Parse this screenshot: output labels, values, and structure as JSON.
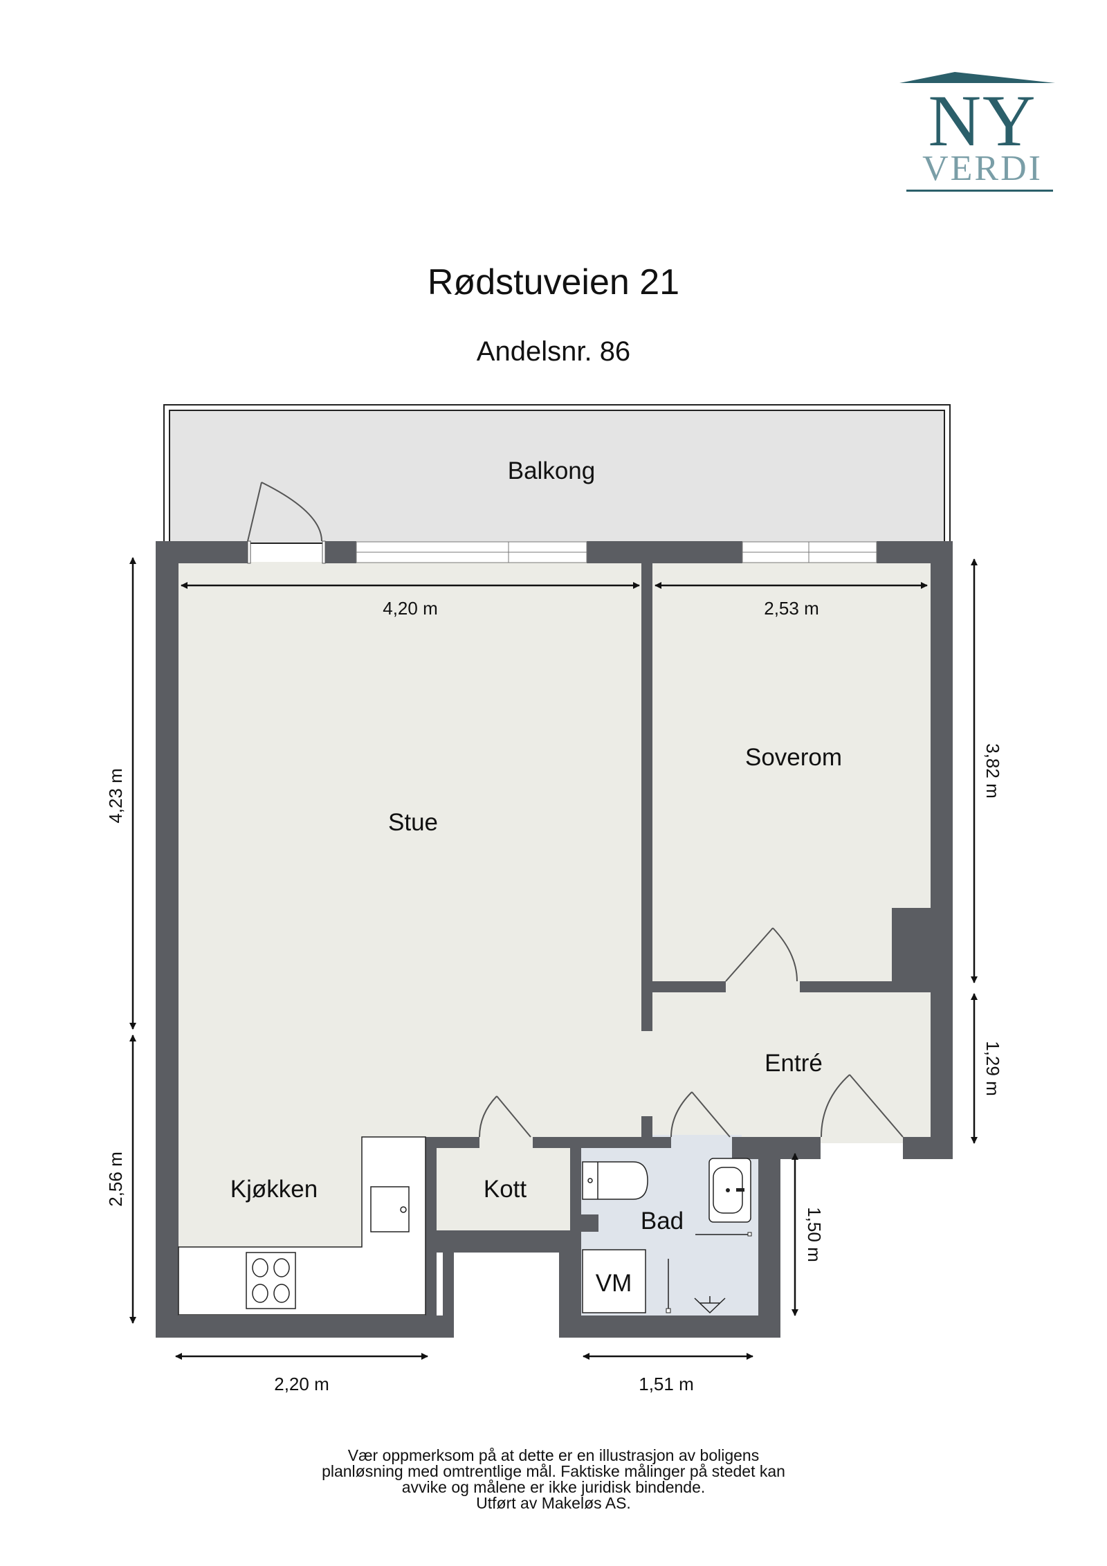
{
  "logo": {
    "line1": "NY",
    "line2": "VERDI",
    "colors": {
      "primary": "#2b5f6a",
      "secondary": "#7a9ea7"
    }
  },
  "header": {
    "title": "Rødstuveien 21",
    "subtitle": "Andelsnr. 86"
  },
  "colors": {
    "wall": "#5b5d62",
    "floor": "#ecece6",
    "balcony": "#e4e4e4",
    "bathroom": "#dfe4eb",
    "fixture": "#ffffff"
  },
  "rooms": {
    "balcony": "Balkong",
    "living_room": "Stue",
    "bedroom": "Soverom",
    "entrance": "Entré",
    "kitchen": "Kjøkken",
    "storage": "Kott",
    "bathroom": "Bad",
    "washing_machine": "VM"
  },
  "dimensions": {
    "living_width": "4,20 m",
    "bedroom_width": "2,53 m",
    "living_height": "4,23 m",
    "kitchen_height": "2,56 m",
    "bedroom_height": "3,82 m",
    "entrance_height": "1,29 m",
    "bathroom_height": "1,50 m",
    "kitchen_width": "2,20 m",
    "bathroom_width": "1,51 m"
  },
  "disclaimer": {
    "lines": [
      "Vær oppmerksom på at dette er en illustrasjon av boligens",
      "planløsning med omtrentlige mål. Faktiske målinger på stedet kan",
      "avvike og målene er ikke juridisk bindende.",
      "Utført av Makeløs AS."
    ]
  }
}
